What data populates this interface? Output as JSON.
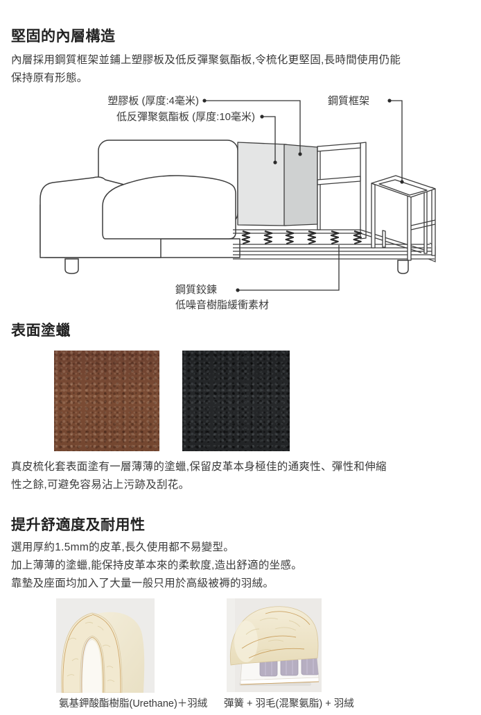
{
  "s1": {
    "heading": "堅固的內層構造",
    "body_lines": [
      "內層採用鋼質框架並鋪上塑膠板及低反彈聚氨酯板,令梳化更堅固,長時間使用仍能",
      "保持原有形態。"
    ],
    "labels": {
      "plastic": "塑膠板 (厚度:4毫米)",
      "pu": "低反彈聚氨酯板 (厚度:10毫米)",
      "frame": "鋼質框架",
      "hinge": "鋼質鉸鍊",
      "resin": "低噪音樹脂緩衝素材"
    }
  },
  "s2": {
    "heading": "表面塗蠟",
    "body_lines": [
      "真皮梳化套表面塗有一層薄薄的塗蠟,保留皮革本身極佳的通爽性、彈性和伸縮",
      "性之餘,可避免容易沾上污跡及刮花。"
    ],
    "swatches": [
      {
        "name": "brown-leather",
        "color": "#774933"
      },
      {
        "name": "black-leather",
        "color": "#242628"
      }
    ]
  },
  "s3": {
    "heading": "提升舒適度及耐用性",
    "lines": [
      "選用厚約1.5mm的皮革,長久使用都不易變型。",
      "加上薄薄的塗蠟,能保持皮革本來的柔軟度,造出舒適的坐感。",
      "靠墊及座面均加入了大量一般只用於高級被褥的羽絨。"
    ],
    "captions": [
      "氨基鉀酸酯樹脂(Urethane)＋羽絨",
      "彈簧 + 羽毛(混聚氨脂) + 羽絨"
    ]
  },
  "colors": {
    "page_bg": "#ffffff",
    "heading_text": "#222222",
    "body_text": "#3a3a3a",
    "diagram_line": "#3d3d3d",
    "pu_panel": "#e4e5e5",
    "plastic_panel": "#cfd1d1",
    "photo_bg": "#edecea",
    "cushion_cream": "#f2e9d0",
    "seam_tan": "#c79a55",
    "pocket_spring_lavender": "#b6aec1"
  }
}
